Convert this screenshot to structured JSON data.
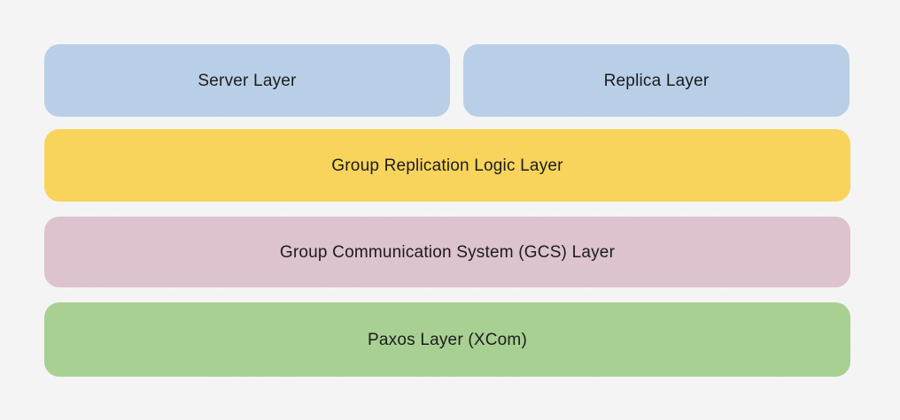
{
  "canvas": {
    "background_color": "#f5f5f5",
    "text_color": "#1c1c1c"
  },
  "diagram": {
    "rows": [
      {
        "boxes": [
          {
            "label": "Server Layer",
            "color": "#b9cfe7"
          },
          {
            "label": "Replica Layer",
            "color": "#b9cfe7"
          }
        ]
      },
      {
        "boxes": [
          {
            "label": "Group Replication Logic Layer",
            "color": "#f8d45c"
          }
        ]
      },
      {
        "boxes": [
          {
            "label": "Group Communication System (GCS) Layer",
            "color": "#dcc3cf"
          }
        ]
      },
      {
        "boxes": [
          {
            "label": "Paxos Layer (XCom)",
            "color": "#a7d092"
          }
        ]
      }
    ]
  }
}
